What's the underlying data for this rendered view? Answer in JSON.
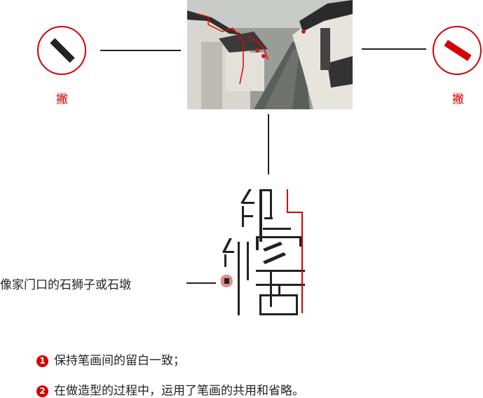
{
  "left_stroke": {
    "label": "撇",
    "icon": "pie-stroke-icon",
    "color": "#222222"
  },
  "right_stroke": {
    "label": "撇",
    "icon": "pie-stroke-icon",
    "color": "#d40000"
  },
  "photo": {
    "icon": "canal-town-photo"
  },
  "logo": {
    "icon": "calligraphic-logo",
    "accent": "#d40000"
  },
  "annotation": {
    "text": "像家门口的石狮子或石墩"
  },
  "points": [
    {
      "num": "1",
      "text": "保持笔画间的留白一致；"
    },
    {
      "num": "2",
      "text": "在做造型的过程中，运用了笔画的共用和省略。"
    }
  ],
  "colors": {
    "accent": "#d40000",
    "ink": "#222222"
  }
}
